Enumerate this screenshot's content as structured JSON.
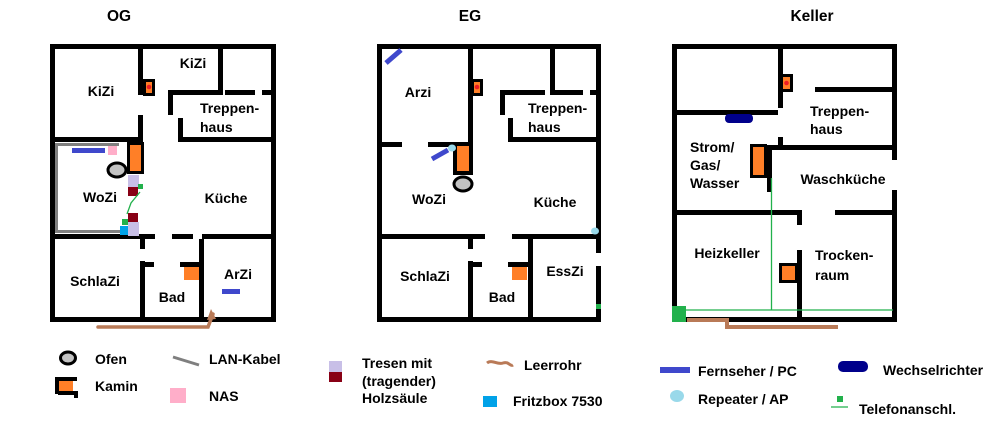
{
  "floors": {
    "og": {
      "title": "OG",
      "rooms": {
        "kizi_left": "KiZi",
        "kizi_top": "KiZi",
        "treppenhaus_line1": "Treppen-",
        "treppenhaus_line2": "haus",
        "wozi": "WoZi",
        "kueche": "Küche",
        "schlazi": "SchlaZi",
        "bad": "Bad",
        "arzi": "ArZi"
      }
    },
    "eg": {
      "title": "EG",
      "rooms": {
        "arzi": "Arzi",
        "treppenhaus_line1": "Treppen-",
        "treppenhaus_line2": "haus",
        "wozi": "WoZi",
        "kueche": "Küche",
        "schlazi": "SchlaZi",
        "bad": "Bad",
        "esszi": "EssZi"
      }
    },
    "keller": {
      "title": "Keller",
      "rooms": {
        "strom_line1": "Strom/",
        "strom_line2": "Gas/",
        "strom_line3": "Wasser",
        "treppenhaus_line1": "Treppen-",
        "treppenhaus_line2": "haus",
        "waschkueche": "Waschküche",
        "heizkeller": "Heizkeller",
        "trocken_line1": "Trocken-",
        "trocken_line2": "raum"
      }
    }
  },
  "legend": {
    "ofen": "Ofen",
    "kamin": "Kamin",
    "lan_kabel": "LAN-Kabel",
    "nas": "NAS",
    "tresen_line1": "Tresen mit",
    "tresen_line2": "(tragender)",
    "tresen_line3": "Holzsäule",
    "leerrohr": "Leerrohr",
    "fritzbox": "Fritzbox 7530",
    "fernseher": "Fernseher / PC",
    "repeater": "Repeater / AP",
    "wechselrichter": "Wechselrichter",
    "telefon": "Telefonanschl."
  },
  "colors": {
    "wall": "#000000",
    "kamin_orange": "#FF7F27",
    "dot_red": "#ED1C24",
    "nas_pink": "#FFAEC9",
    "tresen_lavender": "#C8BFE7",
    "holzsaeule_darkred": "#880015",
    "telefon_green": "#22B14C",
    "repeater_lightblue": "#99D9EA",
    "fritzbox_cyan": "#00A2E8",
    "fernseher_blue": "#3F48CC",
    "wechselrichter_navy": "#00008B",
    "lan_gray": "#7F7F7F",
    "ofen_gray": "#C3C3C3",
    "leerrohr_brown": "#B97A57"
  }
}
